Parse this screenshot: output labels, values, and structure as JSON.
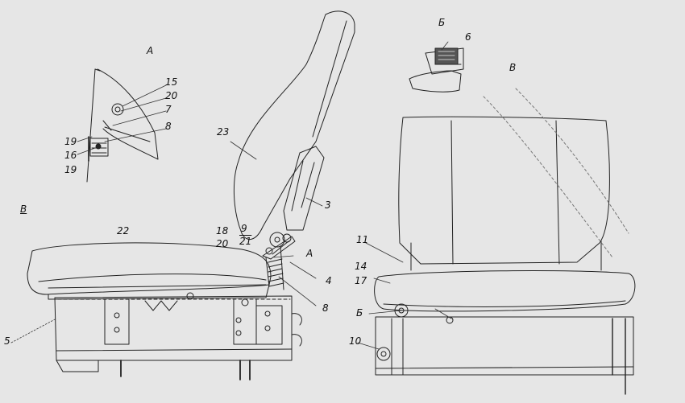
{
  "views": {
    "detail_a": "А",
    "detail_b": "Б",
    "view_v_side": "В",
    "view_v_rear": "В"
  },
  "callouts": {
    "c15": "15",
    "c20a": "20",
    "c7": "7",
    "c8a": "8",
    "c19a": "19",
    "c16": "16",
    "c19b": "19",
    "c6": "6",
    "c23": "23",
    "c3": "3",
    "c22": "22",
    "c18": "18",
    "c20b": "20",
    "c9": "9",
    "c21": "21",
    "c_a_ref": "А",
    "c4": "4",
    "c8b": "8",
    "c5": "5",
    "c11": "11",
    "c14": "14",
    "c17": "17",
    "c_b_ref": "Б",
    "c10": "10"
  }
}
